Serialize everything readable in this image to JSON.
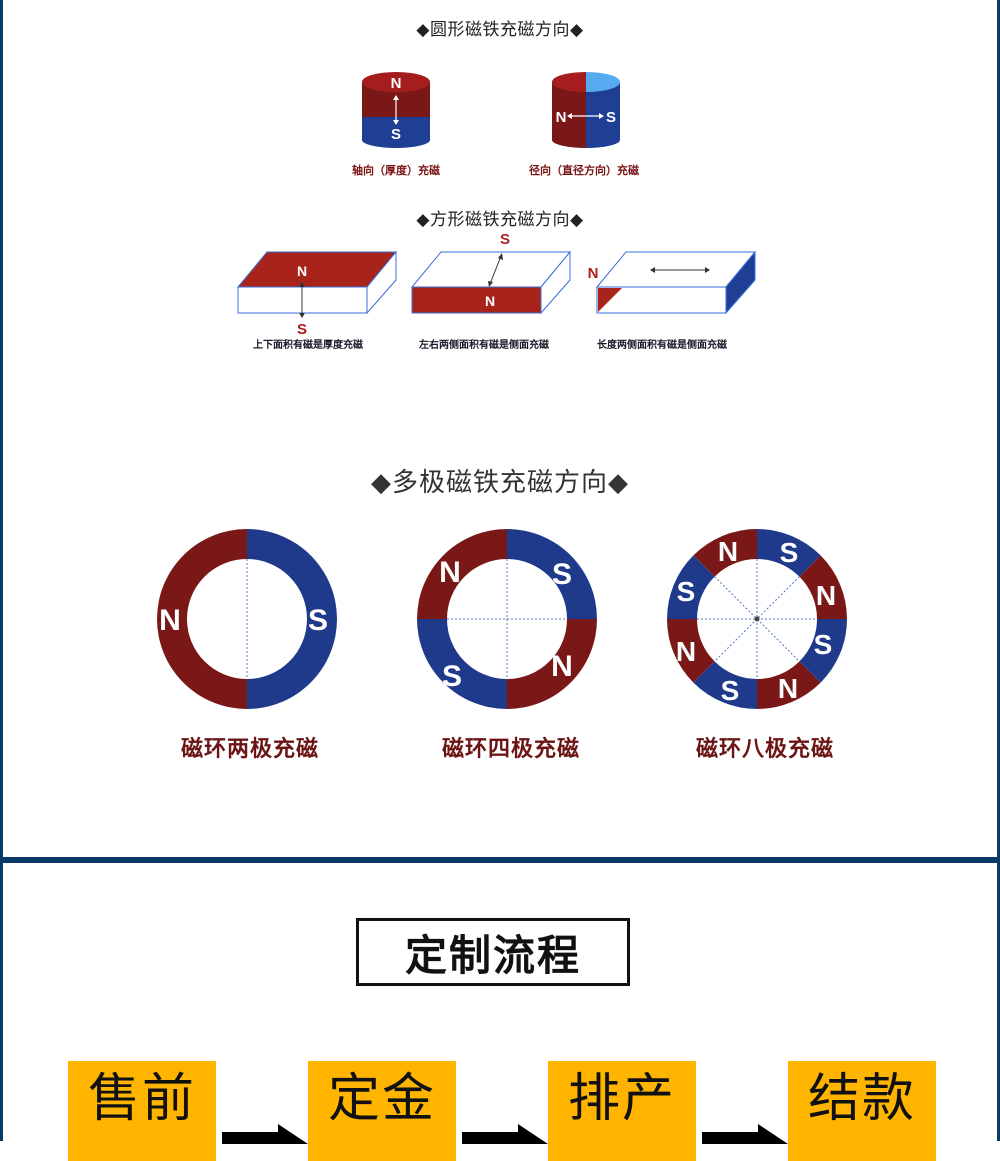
{
  "round_section": {
    "title": "◆圆形磁铁充磁方向◆",
    "axial": {
      "caption": "轴向（厚度）充磁",
      "pole_top": "N",
      "pole_bottom": "S"
    },
    "radial": {
      "caption": "径向（直径方向）充磁",
      "pole_left": "N",
      "pole_right": "S"
    }
  },
  "square_section": {
    "title": "◆方形磁铁充磁方向◆",
    "blocks": [
      {
        "caption": "上下面积有磁是厚度充磁",
        "pole_a": "N",
        "pole_b": "S"
      },
      {
        "caption": "左右两侧面积有磁是侧面充磁",
        "pole_a": "N",
        "pole_b": "S"
      },
      {
        "caption": "长度两侧面积有磁是侧面充磁",
        "pole_a": "N"
      }
    ]
  },
  "multipole_section": {
    "title": "◆多极磁铁充磁方向◆",
    "rings": [
      {
        "caption": "磁环两极充磁",
        "poles": [
          "N",
          "S"
        ]
      },
      {
        "caption": "磁环四极充磁",
        "poles": [
          "N",
          "S",
          "N",
          "S"
        ]
      },
      {
        "caption": "磁环八极充磁",
        "poles": [
          "N",
          "S",
          "N",
          "S",
          "N",
          "S",
          "N",
          "S"
        ]
      }
    ]
  },
  "process_section": {
    "title": "定制流程",
    "steps": [
      {
        "label": "售前"
      },
      {
        "label": "定金"
      },
      {
        "label": "排产"
      },
      {
        "label": "结款"
      }
    ]
  },
  "colors": {
    "north": "#7a1818",
    "south": "#1e3a8a",
    "frame": "#0b3a67",
    "step_bg": "#ffb400"
  }
}
